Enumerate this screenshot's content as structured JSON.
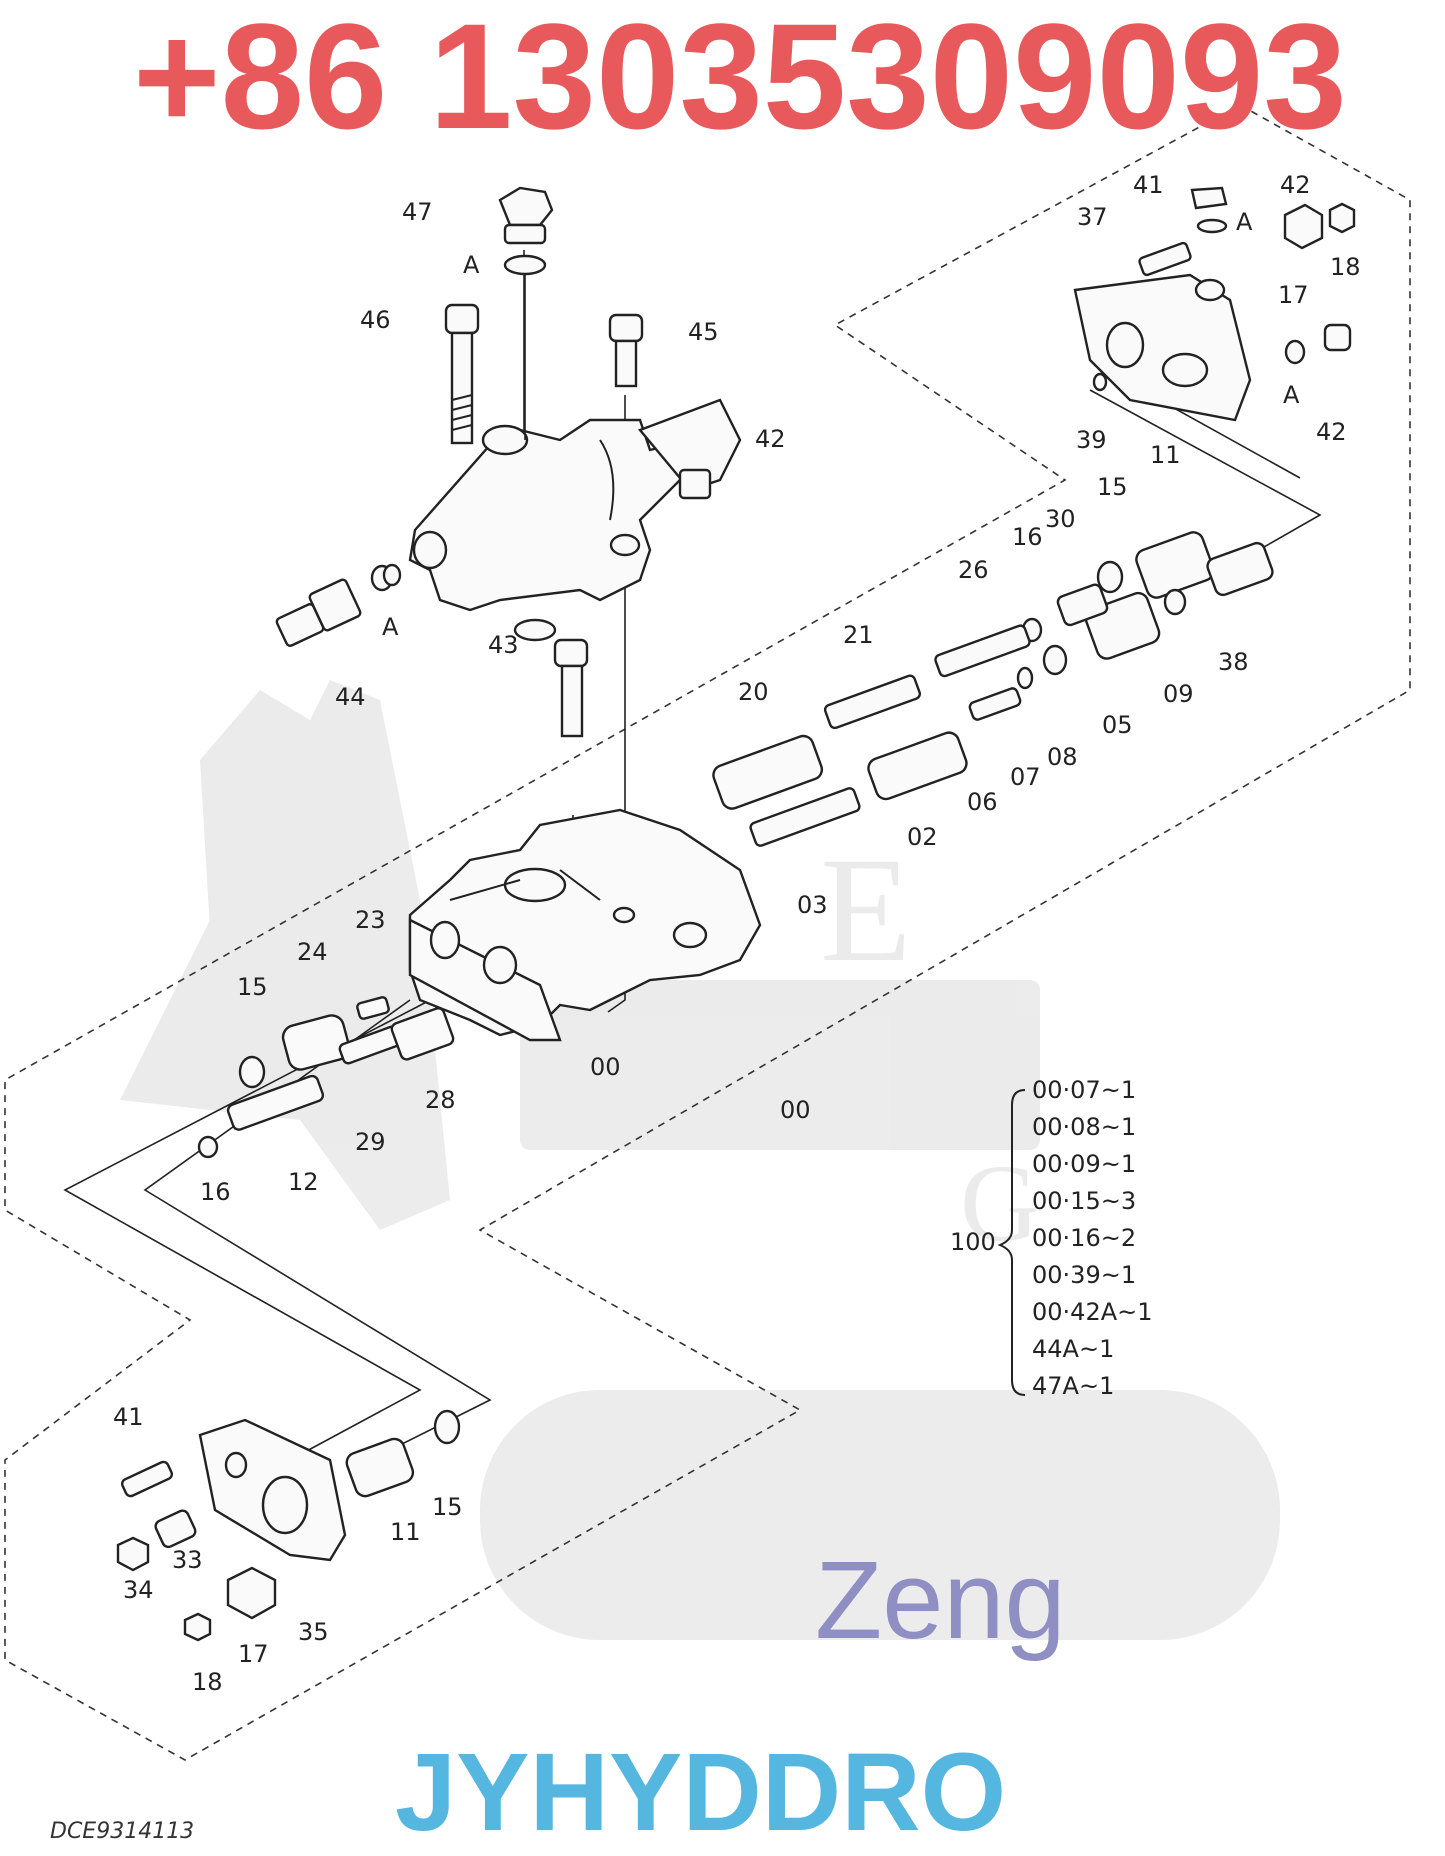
{
  "watermarks": {
    "phone": "+86 13035309093",
    "phone_color": "#e8595c",
    "brand": "JYHYDDRO",
    "brand_color": "#55b6e0",
    "zeng": "Zeng",
    "zeng_color": "#8f8fc4",
    "logo_letters": [
      "Z",
      "E",
      "N",
      "G"
    ]
  },
  "diagram_code": "DCE9314113",
  "callouts": [
    {
      "id": "c47",
      "text": "47"
    },
    {
      "id": "c47a",
      "text": "A"
    },
    {
      "id": "c46",
      "text": "46"
    },
    {
      "id": "c45",
      "text": "45"
    },
    {
      "id": "c42m",
      "text": "42"
    },
    {
      "id": "c44",
      "text": "44"
    },
    {
      "id": "c44a",
      "text": "A"
    },
    {
      "id": "c43",
      "text": "43"
    },
    {
      "id": "c41t",
      "text": "41"
    },
    {
      "id": "c42t",
      "text": "42"
    },
    {
      "id": "c42ta",
      "text": "A"
    },
    {
      "id": "c37",
      "text": "37"
    },
    {
      "id": "c18t",
      "text": "18"
    },
    {
      "id": "c17t",
      "text": "17"
    },
    {
      "id": "c39",
      "text": "39"
    },
    {
      "id": "c42b",
      "text": "42"
    },
    {
      "id": "c42ba",
      "text": "A"
    },
    {
      "id": "c11t",
      "text": "11"
    },
    {
      "id": "c15t",
      "text": "15"
    },
    {
      "id": "c30",
      "text": "30"
    },
    {
      "id": "c16t",
      "text": "16"
    },
    {
      "id": "c26",
      "text": "26"
    },
    {
      "id": "c21",
      "text": "21"
    },
    {
      "id": "c20",
      "text": "20"
    },
    {
      "id": "c38",
      "text": "38"
    },
    {
      "id": "c09",
      "text": "09"
    },
    {
      "id": "c05",
      "text": "05"
    },
    {
      "id": "c08",
      "text": "08"
    },
    {
      "id": "c07",
      "text": "07"
    },
    {
      "id": "c06",
      "text": "06"
    },
    {
      "id": "c02",
      "text": "02"
    },
    {
      "id": "c03",
      "text": "03"
    },
    {
      "id": "c23",
      "text": "23"
    },
    {
      "id": "c24",
      "text": "24"
    },
    {
      "id": "c15m",
      "text": "15"
    },
    {
      "id": "c28",
      "text": "28"
    },
    {
      "id": "c29",
      "text": "29"
    },
    {
      "id": "c12",
      "text": "12"
    },
    {
      "id": "c16m",
      "text": "16"
    },
    {
      "id": "c00a",
      "text": "00"
    },
    {
      "id": "c00b",
      "text": "00"
    },
    {
      "id": "c41b",
      "text": "41"
    },
    {
      "id": "c33",
      "text": "33"
    },
    {
      "id": "c34",
      "text": "34"
    },
    {
      "id": "c17b",
      "text": "17"
    },
    {
      "id": "c18b",
      "text": "18"
    },
    {
      "id": "c35",
      "text": "35"
    },
    {
      "id": "c11b",
      "text": "11"
    },
    {
      "id": "c15b",
      "text": "15"
    }
  ],
  "kit": {
    "label": "100",
    "items": [
      "00·07~1",
      "00·08~1",
      "00·09~1",
      "00·15~3",
      "00·16~2",
      "00·39~1",
      "00·42A~1",
      "44A~1",
      "47A~1"
    ]
  }
}
